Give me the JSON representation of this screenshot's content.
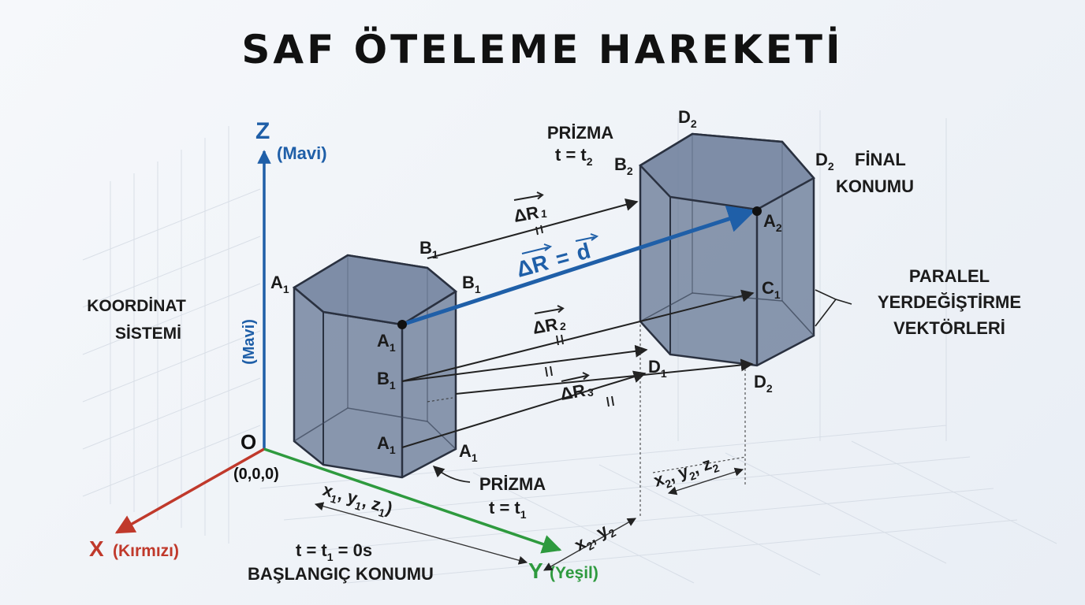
{
  "title": "SAF ÖTELEME HAREKETİ",
  "axes": {
    "z_letter": "Z",
    "z_color_note": "(Mavi)",
    "z_side_note": "(Mavi)",
    "x_letter": "X",
    "x_color_note": "(Kırmızı)",
    "y_letter": "Y",
    "y_color_note": "(Yeşil)",
    "origin_letter": "O",
    "origin_coords": "(0,0,0)"
  },
  "colors": {
    "z_axis": "#1f5fa8",
    "x_axis": "#c0392b",
    "y_axis": "#2e9a3e",
    "prism_fill": "#5f7190"
  },
  "coordinate_system": {
    "line1": "KOORDİNAT",
    "line2": "SİSTEMİ"
  },
  "prism1": {
    "name": "PRİZMA",
    "time_main": "t = t",
    "time_sub": "1",
    "labels": {
      "a1_top_left": "A",
      "a1_top_right_b": "B",
      "a1_top_back_b": "B",
      "center_a": "A",
      "mid_b": "B",
      "bottom_a": "A",
      "bottom_right_a": "A",
      "sub": "1"
    }
  },
  "prism2": {
    "name": "PRİZMA",
    "time_main": "t = t",
    "time_sub": "2",
    "labels": {
      "d_top": "D",
      "b_top": "B",
      "d_right": "D",
      "a_center": "A",
      "c_mid": "C",
      "d_bottom_left": "D",
      "d_bottom_right": "D"
    },
    "subs": {
      "d_top": "2",
      "b_top": "2",
      "d_right": "2",
      "a_center": "2",
      "c_mid": "1",
      "d_bottom_left": "1",
      "d_bottom_right": "2"
    }
  },
  "final": {
    "line1": "FİNAL",
    "line2": "KONUMU"
  },
  "vectors": {
    "dr1_main": "ΔR",
    "dr1_sub": "1",
    "dr2_main": "ΔR",
    "dr2_sub": "2",
    "dr3_main": "ΔR",
    "dr3_sub": "3",
    "main_left": "ΔR",
    "main_eq": "=",
    "main_right": "d"
  },
  "parallel": {
    "line1": "PARALEL",
    "line2": "YERDEĞİŞTİRME",
    "line3": "VEKTÖRLERİ"
  },
  "start": {
    "line1": "t = t",
    "line1_sub": "1",
    "line1_tail": " = 0s",
    "line2": "BAŞLANGIÇ KONUMU"
  },
  "dimensions": {
    "d1": {
      "x": "x",
      "xs": "1",
      "y": ", y",
      "ys": "1",
      "z": ", z",
      "zs": "1",
      "tail": ")"
    },
    "d2": {
      "x": "x",
      "xs": "2",
      "y": ", y",
      "ys": "2"
    },
    "d3": {
      "x": "x",
      "xs": "2",
      "y": ", y",
      "ys": "2",
      "z": ", z",
      "zs": "2"
    }
  }
}
